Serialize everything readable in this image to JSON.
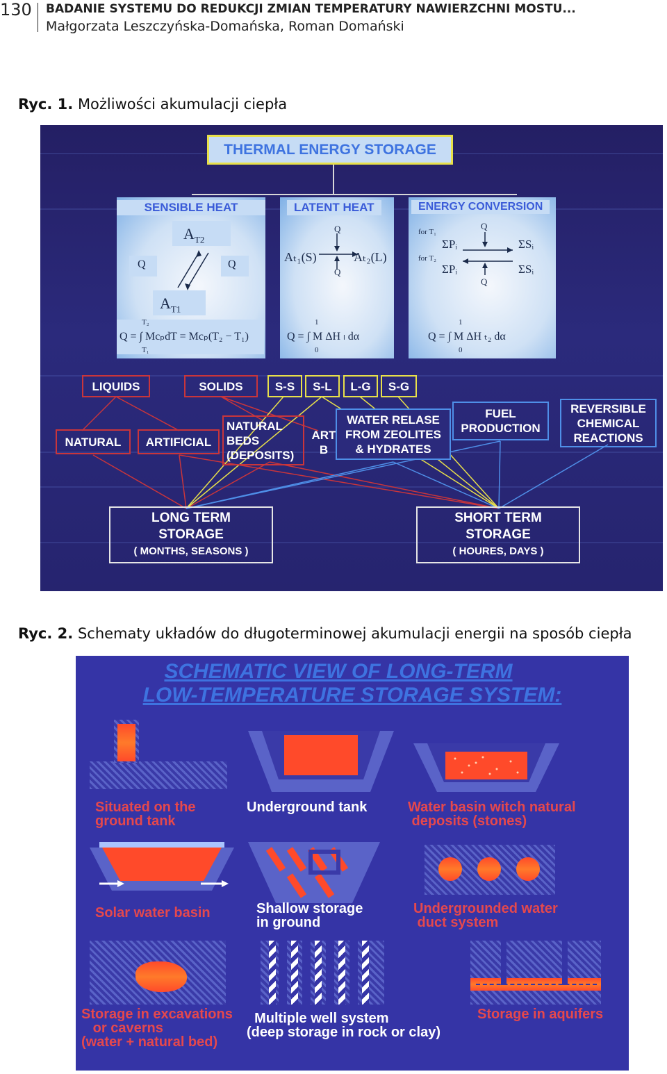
{
  "header": {
    "page_number": "130",
    "title": "BADANIE SYSTEMU DO REDUKCJI ZMIAN TEMPERATURY NAWIERZCHNI MOSTU...",
    "authors": "Małgorzata Leszczyńska-Domańska, Roman Domański"
  },
  "fig1": {
    "caption_label": "Ryc. 1.",
    "caption_text": "Możliwości akumulacji ciepła",
    "top_title": "THERMAL ENERGY STORAGE",
    "sensible": {
      "title": "SENSIBLE HEAT",
      "q_left": "Q",
      "q_right": "Q",
      "at2": "A",
      "at2_sub": "T",
      "at2_subsub": "2",
      "at1": "A",
      "at1_sub": "T",
      "at1_subsub": "1",
      "formula": "Q =  ∫ McₚdT = Mcₚ(T₂ − T₁)",
      "upper": "T₂",
      "lower": "T₁"
    },
    "latent": {
      "title": "LATENT HEAT",
      "q_top": "Q",
      "q_bottom": "Q",
      "left": "Aₜ₁(S)",
      "right": "Aₜ₂(L)",
      "formula": "Q  =  ∫ M ΔH ₗ dα",
      "upper": "1",
      "lower": "0"
    },
    "conversion": {
      "title": "ENERGY CONVERSION",
      "for_t1": "for T₁",
      "for_t2": "for T₂",
      "q_top": "Q",
      "q_bottom": "Q",
      "sum_p1": "ΣPᵢ",
      "sum_s1": "ΣSᵢ",
      "sum_p2": "ΣPᵢ",
      "sum_s2": "ΣSᵢ",
      "formula": "Q  =  ∫ M ΔH ₜ₂ dα",
      "upper": "1",
      "lower": "0"
    },
    "row1": {
      "liquids": "LIQUIDS",
      "solids": "SOLIDS",
      "ss": "S-S",
      "sl": "S-L",
      "lg": "L-G",
      "sg": "S-G"
    },
    "row2": {
      "natural": "NATURAL",
      "artificial": "ARTIFICIAL",
      "natural_beds_1": "NATURAL",
      "natural_beds_2": "BEDS",
      "natural_beds_3": "(DEPOSITS)",
      "art_partial_1": "ART",
      "art_partial_2": "B",
      "water_1": "WATER RELASE",
      "water_2": "FROM ZEOLITES",
      "water_3": "& HYDRATES",
      "fuel_1": "FUEL",
      "fuel_2": "PRODUCTION",
      "rev_1": "REVERSIBLE",
      "rev_2": "CHEMICAL",
      "rev_3": "REACTIONS"
    },
    "long_term": {
      "l1": "LONG TERM",
      "l2": "STORAGE",
      "l3": "( MONTHS, SEASONS )"
    },
    "short_term": {
      "l1": "SHORT TERM",
      "l2": "STORAGE",
      "l3": "( HOURES, DAYS )"
    }
  },
  "fig2": {
    "caption_label": "Ryc. 2.",
    "caption_text": "Schematy układów do długoterminowej akumulacji energii na sposób ciepła",
    "title_1": "SCHEMATIC VIEW OF LONG-TERM",
    "title_2": "LOW-TEMPERATURE STORAGE SYSTEM:",
    "labels": {
      "situated": "Situated on the\nground tank",
      "underground": "Underground tank",
      "water_basin": "Water basin witch natural\n deposits (stones)",
      "solar": "Solar water basin",
      "shallow": "Shallow storage\nin ground",
      "duct": "Undergrounded water\n duct system",
      "excavations": "Storage in excavations\n   or caverns\n(water + natural bed)",
      "multiple": "  Multiple well system\n(deep storage in rock or clay)",
      "aquifers": "Storage in aquifers"
    }
  },
  "colors": {
    "fig1_bg": "#2b2a7c",
    "fig2_bg": "#3534a6",
    "red_frame": "#c9353b",
    "yellow_frame": "#e8e04a",
    "blue_frame": "#4f8fe8",
    "hot": "#ff4a2a",
    "title_blue": "#3e73e0"
  }
}
